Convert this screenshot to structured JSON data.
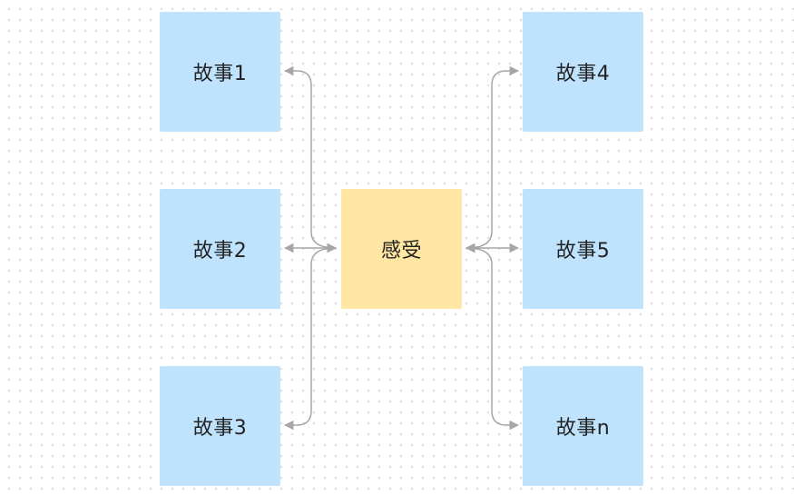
{
  "diagram": {
    "center": {
      "label": "感受",
      "color": "#ffe7a3"
    },
    "stories": [
      {
        "label": "故事1"
      },
      {
        "label": "故事2"
      },
      {
        "label": "故事3"
      },
      {
        "label": "故事4"
      },
      {
        "label": "故事5"
      },
      {
        "label": "故事n"
      }
    ],
    "story_color": "#bfe2fd",
    "connector_color": "#a6a6a6",
    "connector_style": "bidirectional-arrow"
  }
}
